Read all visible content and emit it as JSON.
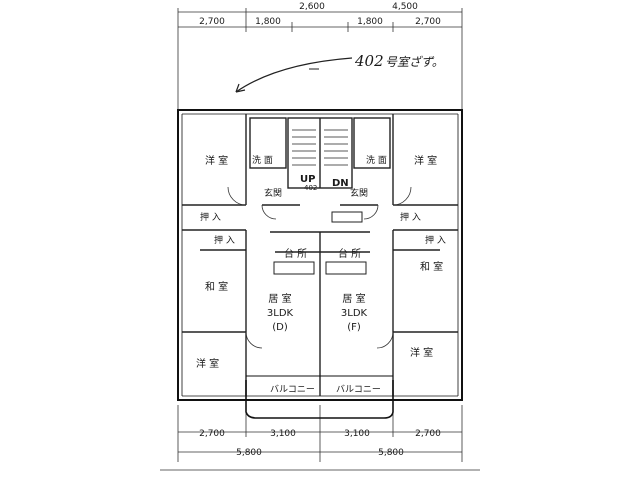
{
  "annotation": {
    "unit_number": "402",
    "note": "号室ざず。"
  },
  "dimensions": {
    "top_outer": [
      "2,600",
      "4,500"
    ],
    "top_inner": [
      "2,700",
      "1,800",
      "1,800",
      "2,700"
    ],
    "bottom_inner": [
      "2,700",
      "3,100",
      "3,100",
      "2,700"
    ],
    "bottom_outer": [
      "5,800",
      "5,800"
    ]
  },
  "rooms": {
    "western_tl": "洋 室",
    "western_tr": "洋 室",
    "washroom_l": "洗 面",
    "washroom_r": "洗 面",
    "up": "UP",
    "dn": "DN",
    "stair_note": "402",
    "entrance_l": "玄関",
    "entrance_r": "玄関",
    "closet_l1": "押 入",
    "closet_l2": "押 入",
    "closet_r1": "押 入",
    "closet_r2": "押 入",
    "kitchen_l": "台 所",
    "kitchen_r": "台 所",
    "japanese_l": "和 室",
    "japanese_r": "和 室",
    "ldk_l_title": "居 室",
    "ldk_l_type": "3LDK",
    "ldk_l_code": "(D)",
    "ldk_r_title": "居 室",
    "ldk_r_type": "3LDK",
    "ldk_r_code": "(F)",
    "western_bl": "洋 室",
    "western_br": "洋 室",
    "balcony_l": "バルコニー",
    "balcony_r": "バルコニー"
  }
}
